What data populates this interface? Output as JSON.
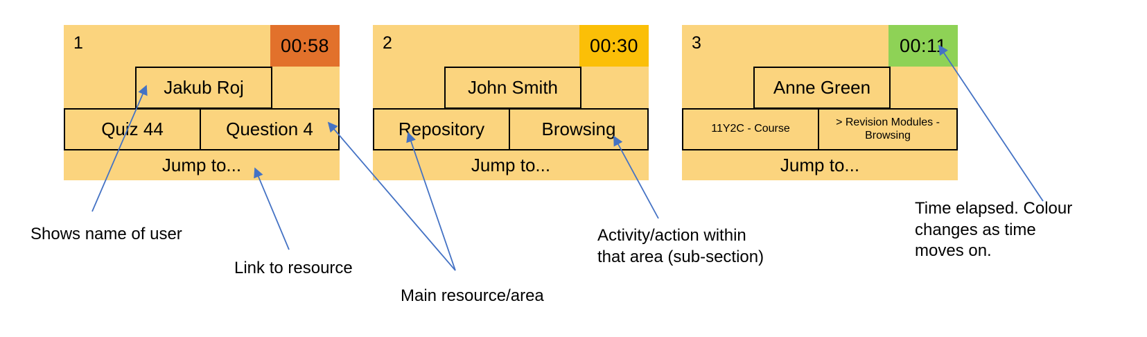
{
  "theme": {
    "card_bg": "#FBD47E",
    "timer_red": "#E2712B",
    "timer_amber": "#FBBF07",
    "timer_green": "#8ED256",
    "border": "#000000",
    "arrow": "#4472C4",
    "page_bg": "#FFFFFF"
  },
  "cards": [
    {
      "index": "1",
      "timer": "00:58",
      "timer_state": "red",
      "user": "Jakub Roj",
      "resource": "Quiz 44",
      "activity": "Question 4",
      "jump": "Jump to...",
      "small_text": false
    },
    {
      "index": "2",
      "timer": "00:30",
      "timer_state": "amber",
      "user": "John Smith",
      "resource": "Repository",
      "activity": "Browsing",
      "jump": "Jump to...",
      "small_text": false
    },
    {
      "index": "3",
      "timer": "00:11",
      "timer_state": "green",
      "user": "Anne Green",
      "resource": "11Y2C - Course",
      "activity": "> Revision Modules - Browsing",
      "jump": "Jump to...",
      "small_text": true
    }
  ],
  "annotations": [
    {
      "id": "shows-name-of-user",
      "text": "Shows name of user"
    },
    {
      "id": "link-to-resource",
      "text": "Link to resource"
    },
    {
      "id": "main-resource-area",
      "text": "Main resource/area"
    },
    {
      "id": "activity-action",
      "text": "Activity/action within\nthat area (sub-section)"
    },
    {
      "id": "time-elapsed",
      "text": "Time elapsed. Colour\nchanges as time\nmoves on."
    }
  ]
}
